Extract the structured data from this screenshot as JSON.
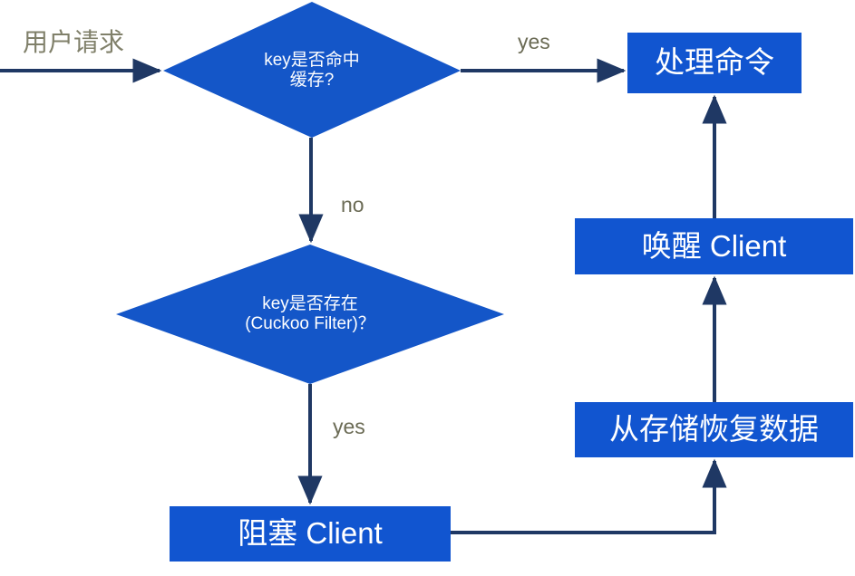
{
  "diagram": {
    "title": "Cache lookup flowchart",
    "colors": {
      "node_fill": "#1155d0",
      "diamond_fill": "#1456c8",
      "node_text": "#ffffff",
      "edge_stroke": "#1f3864",
      "edge_label_text": "#6b6b55",
      "source_label_text": "#80806a",
      "background": "#ffffff"
    },
    "source_label": "用户请求",
    "nodes": [
      {
        "id": "decision-cache-hit",
        "shape": "diamond",
        "label": "key是否命中\n缓存?"
      },
      {
        "id": "process-command",
        "shape": "rect",
        "label": "处理命令"
      },
      {
        "id": "decision-key-exists",
        "shape": "diamond",
        "label": "key是否存在\n(Cuckoo Filter)？"
      },
      {
        "id": "wake-client",
        "shape": "rect",
        "label": "唤醒 Client"
      },
      {
        "id": "restore-data",
        "shape": "rect",
        "label": "从存储恢复数据"
      },
      {
        "id": "block-client",
        "shape": "rect",
        "label": "阻塞 Client"
      }
    ],
    "edges": [
      {
        "id": "edge-user-request",
        "from": "user-request",
        "to": "decision-cache-hit",
        "label": ""
      },
      {
        "id": "edge-cache-hit-yes",
        "from": "decision-cache-hit",
        "to": "process-command",
        "label": "yes"
      },
      {
        "id": "edge-cache-hit-no",
        "from": "decision-cache-hit",
        "to": "decision-key-exists",
        "label": "no"
      },
      {
        "id": "edge-key-exists-yes",
        "from": "decision-key-exists",
        "to": "block-client",
        "label": "yes"
      },
      {
        "id": "edge-block-to-restore",
        "from": "block-client",
        "to": "restore-data",
        "label": ""
      },
      {
        "id": "edge-restore-to-wake",
        "from": "restore-data",
        "to": "wake-client",
        "label": ""
      },
      {
        "id": "edge-wake-to-process",
        "from": "wake-client",
        "to": "process-command",
        "label": ""
      }
    ]
  }
}
